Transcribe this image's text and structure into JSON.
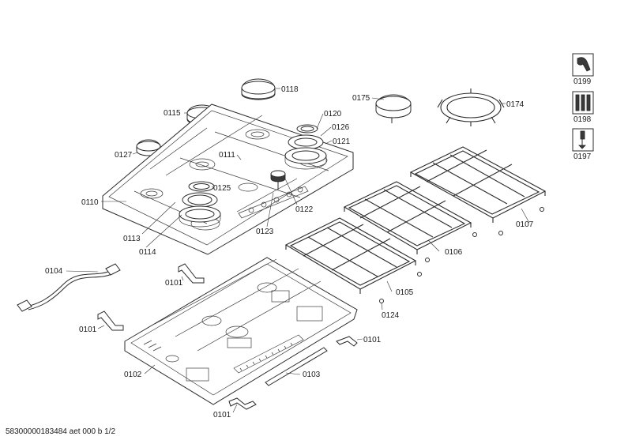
{
  "labels": {
    "p0118": "0118",
    "p0115": "0115",
    "p0175": "0175",
    "p0174": "0174",
    "p0199": "0199",
    "p0198": "0198",
    "p0197": "0197",
    "p0120": "0120",
    "p0126": "0126",
    "p0121": "0121",
    "p0127": "0127",
    "p0111": "0111",
    "p0125": "0125",
    "p0122": "0122",
    "p0110": "0110",
    "p0123": "0123",
    "p0113": "0113",
    "p0114": "0114",
    "p0107": "0107",
    "p0106": "0106",
    "p0105": "0105",
    "p0124": "0124",
    "p0104": "0104",
    "p0101a": "0101",
    "p0101b": "0101",
    "p0101c": "0101",
    "p0101d": "0101",
    "p0102": "0102",
    "p0103": "0103"
  },
  "footer": "58300000183484 aet 000 b 1/2"
}
